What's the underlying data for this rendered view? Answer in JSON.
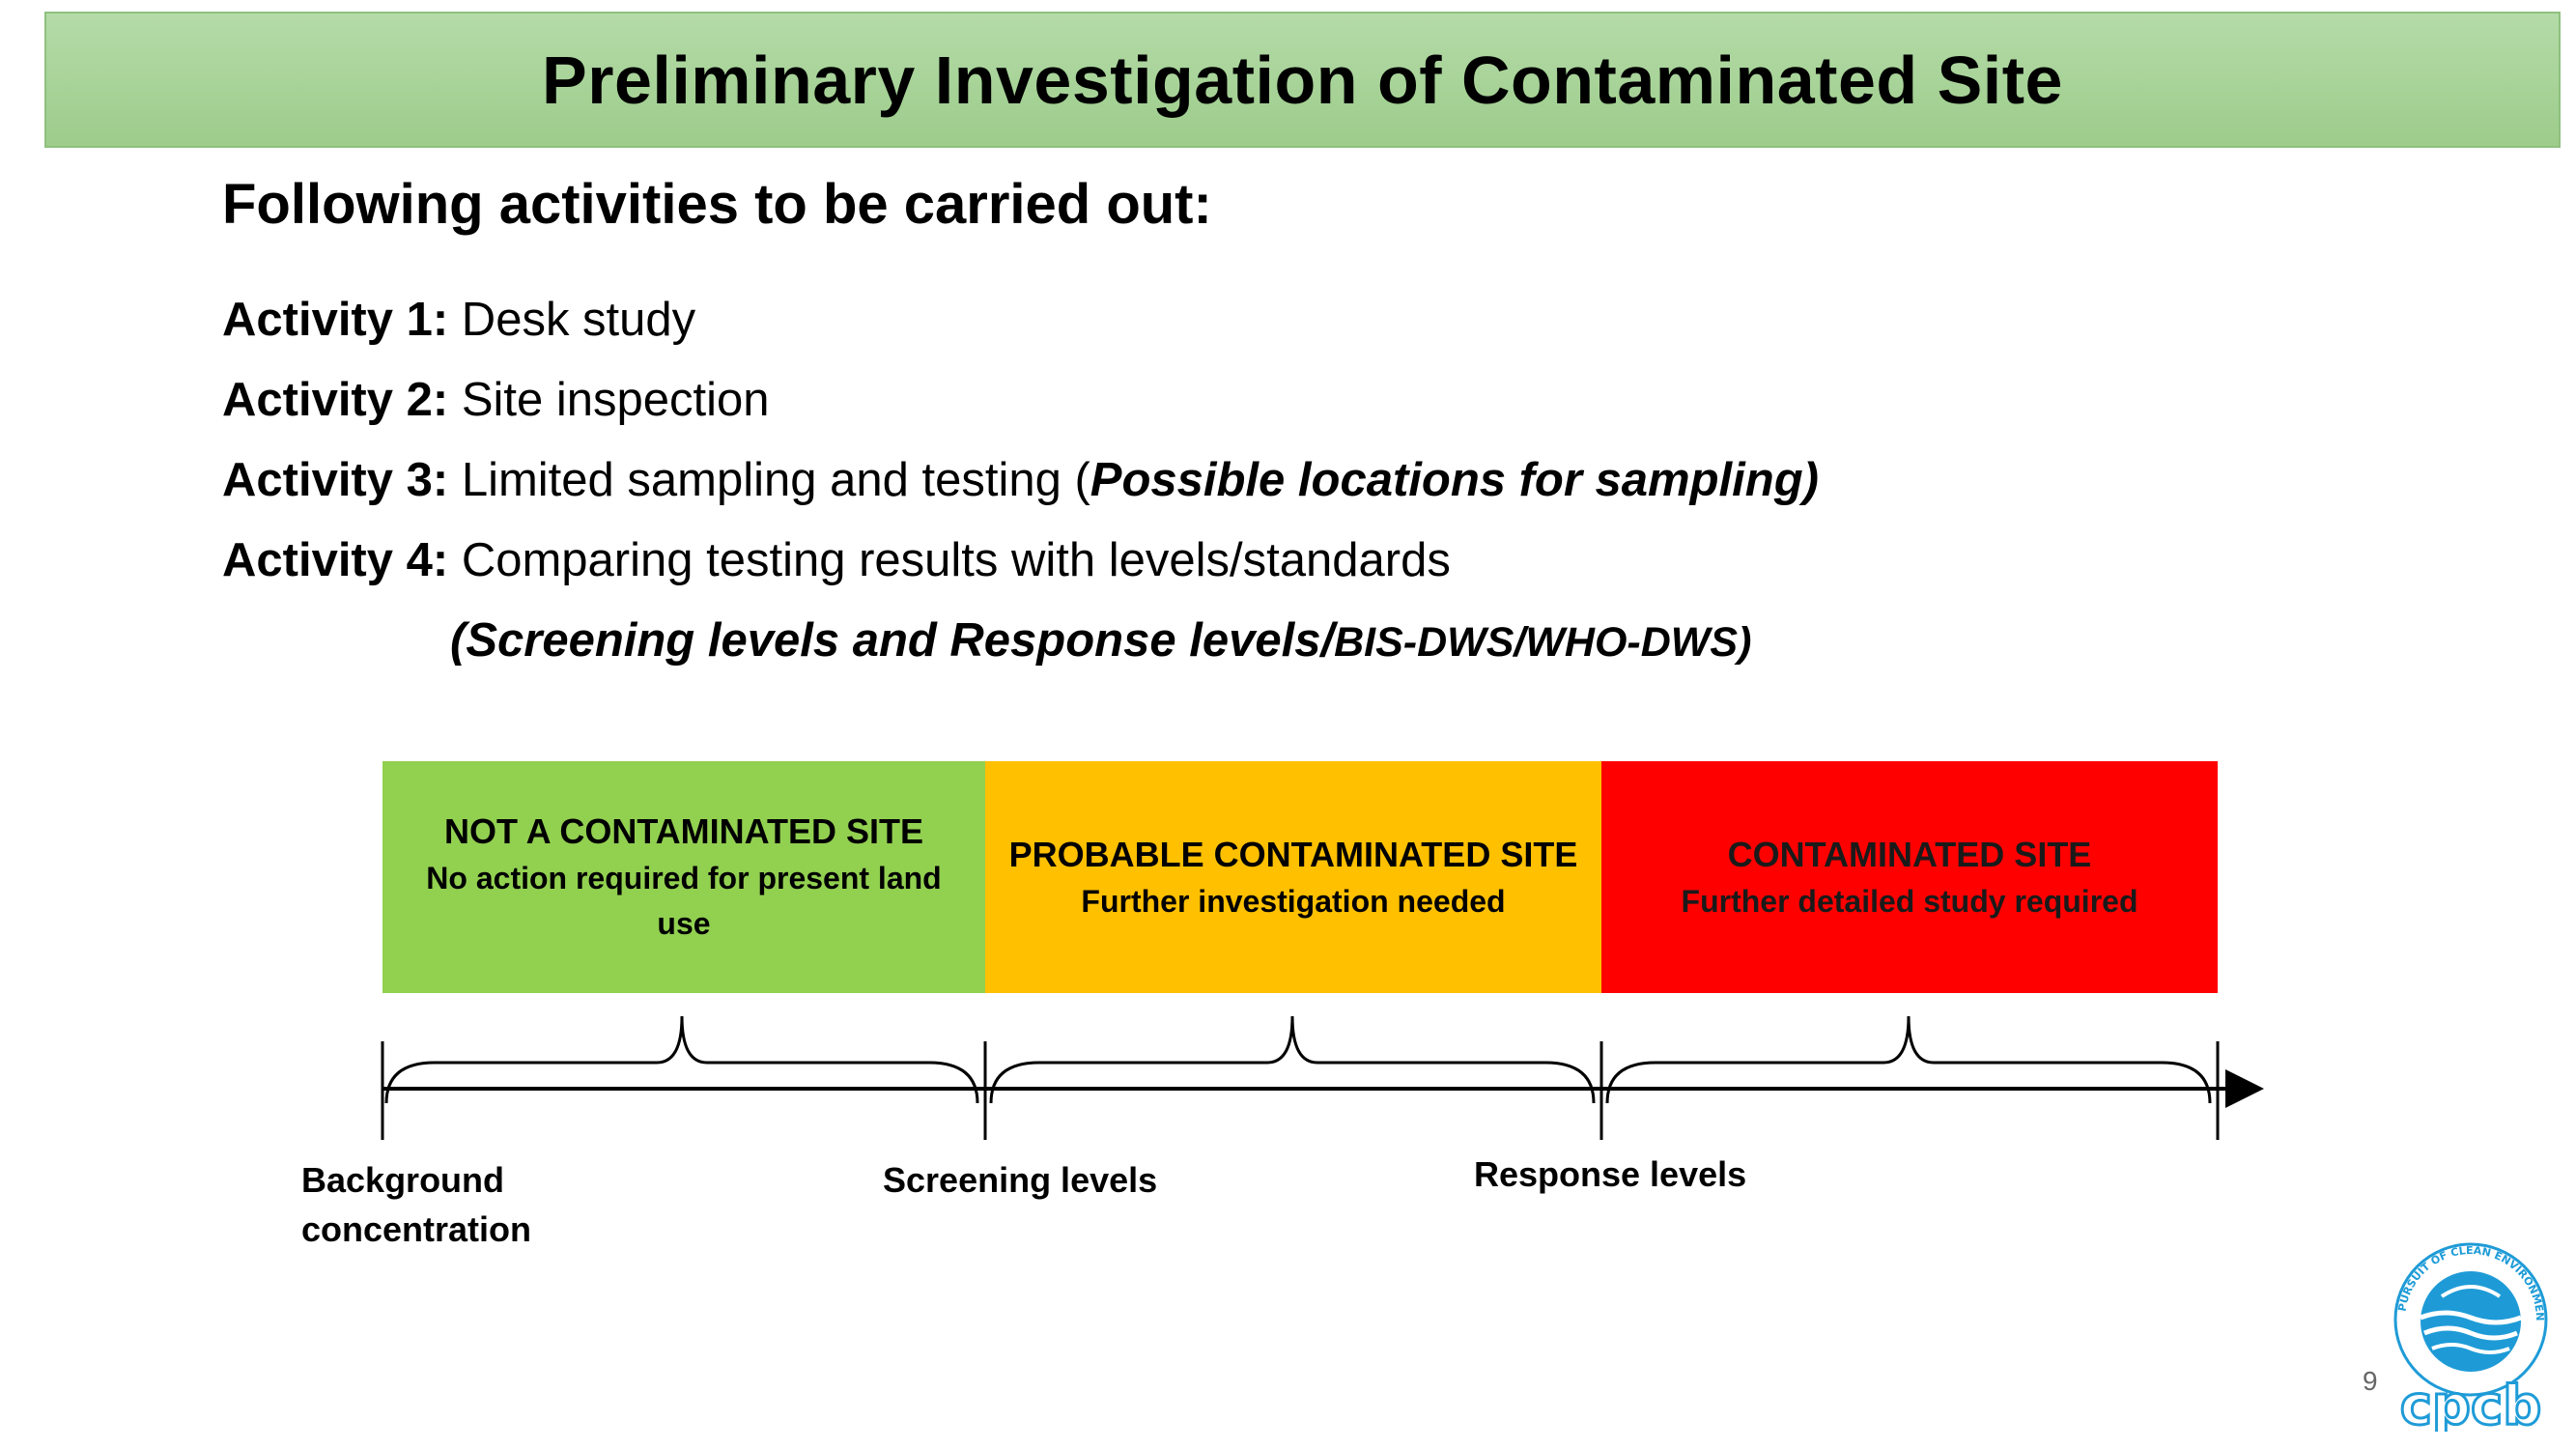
{
  "slide": {
    "title": "Preliminary Investigation of Contaminated Site",
    "subtitle": "Following activities to be carried out:",
    "activities": [
      {
        "label": "Activity 1:",
        "text": " Desk study",
        "emphasis": ""
      },
      {
        "label": "Activity 2:",
        "text": "Site inspection",
        "emphasis": ""
      },
      {
        "label": "Activity 3:",
        "text": "Limited sampling and testing (",
        "emphasis": "Possible locations for sampling)"
      },
      {
        "label": "Activity 4:",
        "text": "Comparing testing results with levels/standards",
        "emphasis": ""
      }
    ],
    "note_main": "(Screening levels and Response levels/",
    "note_small": "BIS-DWS/WHO-DWS)",
    "page_number": "9"
  },
  "diagram": {
    "bands": [
      {
        "heading": "NOT A CONTAMINATED SITE",
        "detail": "No action required for present land use",
        "color": "#92d050"
      },
      {
        "heading": "PROBABLE CONTAMINATED SITE",
        "detail": "Further investigation needed",
        "color": "#ffc000"
      },
      {
        "heading": "CONTAMINATED SITE",
        "detail": "Further detailed study required",
        "color": "#ff0000"
      }
    ],
    "axis_labels": {
      "background_line1": "Background",
      "background_line2": "concentration",
      "screening": "Screening levels",
      "response": "Response levels"
    }
  },
  "logo": {
    "text": "cpcb",
    "ring_text": "IN PURSUIT OF CLEAN ENVIRONMENT",
    "accent": "#1e9bd7"
  }
}
